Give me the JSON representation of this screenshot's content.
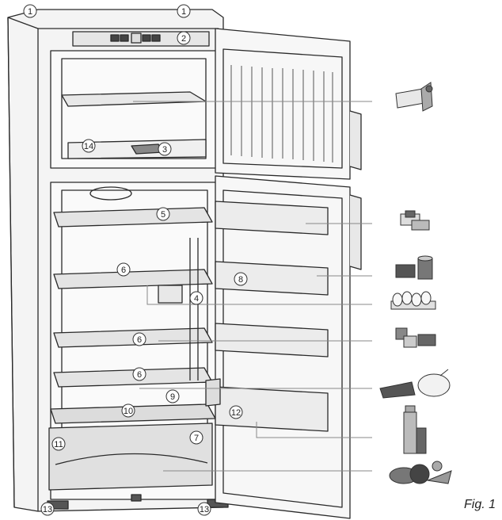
{
  "figure": {
    "caption": "Fig. 1",
    "callouts": [
      {
        "id": "c1a",
        "label": "1"
      },
      {
        "id": "c1b",
        "label": "1"
      },
      {
        "id": "c2",
        "label": "2"
      },
      {
        "id": "c3",
        "label": "3"
      },
      {
        "id": "c14",
        "label": "14"
      },
      {
        "id": "c5",
        "label": "5"
      },
      {
        "id": "c6a",
        "label": "6"
      },
      {
        "id": "c8",
        "label": "8"
      },
      {
        "id": "c4",
        "label": "4"
      },
      {
        "id": "c6b",
        "label": "6"
      },
      {
        "id": "c6c",
        "label": "6"
      },
      {
        "id": "c9",
        "label": "9"
      },
      {
        "id": "c10",
        "label": "10"
      },
      {
        "id": "c12",
        "label": "12"
      },
      {
        "id": "c11",
        "label": "11"
      },
      {
        "id": "c7",
        "label": "7"
      },
      {
        "id": "c13a",
        "label": "13"
      },
      {
        "id": "c13b",
        "label": "13"
      }
    ],
    "food_icons": [
      "frozen-food-icon",
      "butter-cheese-icon",
      "preserves-jars-icon",
      "eggs-icon",
      "yoghurt-tins-icon",
      "meat-sausage-icon",
      "bottles-icon",
      "vegetables-icon"
    ]
  }
}
